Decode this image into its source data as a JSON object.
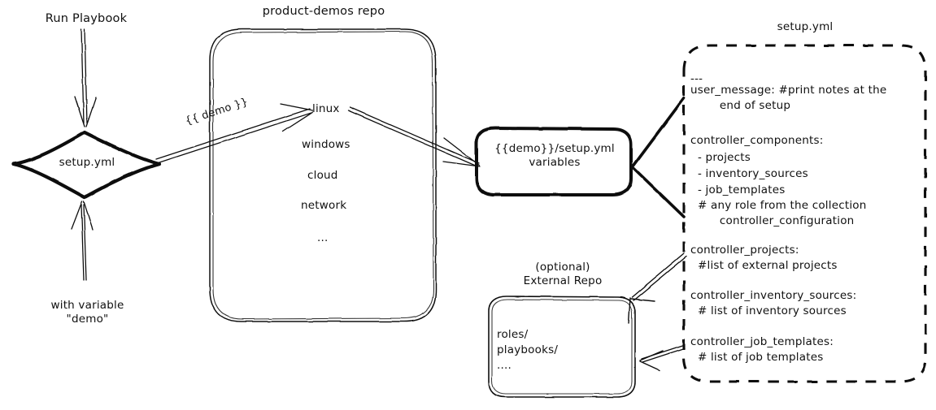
{
  "diagram": {
    "title": "product-demos setup.yml flow",
    "background": "#ffffff",
    "ink": "#101010"
  },
  "nodes": {
    "run_playbook_label": "Run Playbook",
    "with_variable_label": "with variable\n\"demo\"",
    "setup_diamond": "setup.yml",
    "repo_title": "product-demos repo",
    "repo_items": [
      "linux",
      "windows",
      "cloud",
      "network",
      "..."
    ],
    "edge_demo_label": "{{ demo }}",
    "variables_box": "{{demo}}/setup.yml\nvariables",
    "external_repo_title": "(optional)\nExternal Repo",
    "external_repo_items": [
      "roles/",
      "playbooks/",
      "...."
    ],
    "setup_yml_panel_title": "setup.yml"
  },
  "setup_yml_panel": {
    "lines": [
      "---",
      "user_message: #print notes at the",
      "        end of setup",
      "",
      "controller_components:",
      "  - projects",
      "  - inventory_sources",
      "  - job_templates",
      "  # any role from the collection",
      "        controller_configuration",
      "",
      "controller_projects:",
      "  #list of external projects",
      "",
      "controller_inventory_sources:",
      "  # list of inventory sources",
      "",
      "controller_job_templates:",
      "  # list of job templates"
    ]
  },
  "edges": [
    {
      "name": "run-playbook-to-setup",
      "label": ""
    },
    {
      "name": "with-variable-to-setup",
      "label": ""
    },
    {
      "name": "setup-to-linux",
      "label": "{{ demo }}"
    },
    {
      "name": "linux-to-variables",
      "label": ""
    },
    {
      "name": "panel-to-variables-top",
      "label": ""
    },
    {
      "name": "panel-to-variables-bottom",
      "label": ""
    },
    {
      "name": "panel-projects-to-external-repo",
      "label": ""
    },
    {
      "name": "panel-job-templates-to-external-repo",
      "label": ""
    }
  ]
}
